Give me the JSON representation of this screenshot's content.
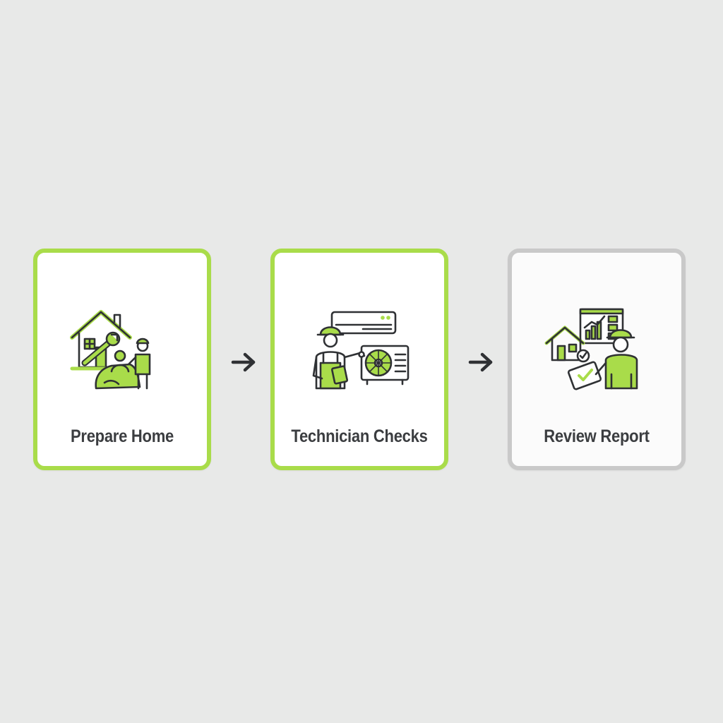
{
  "colors": {
    "accent": "#a9dc4a",
    "outline": "#2f3134",
    "inactive_border": "#c9c9c9",
    "background": "#e8e9e8",
    "label": "#3b3d40"
  },
  "steps": [
    {
      "label": "Prepare Home",
      "icon": "house-wrench-technician-icon",
      "state": "active"
    },
    {
      "label": "Technician Checks",
      "icon": "technician-ac-unit-icon",
      "state": "active"
    },
    {
      "label": "Review Report",
      "icon": "report-review-icon",
      "state": "inactive"
    }
  ],
  "connectors": [
    {
      "icon": "arrow-right-icon"
    },
    {
      "icon": "arrow-right-icon"
    }
  ]
}
